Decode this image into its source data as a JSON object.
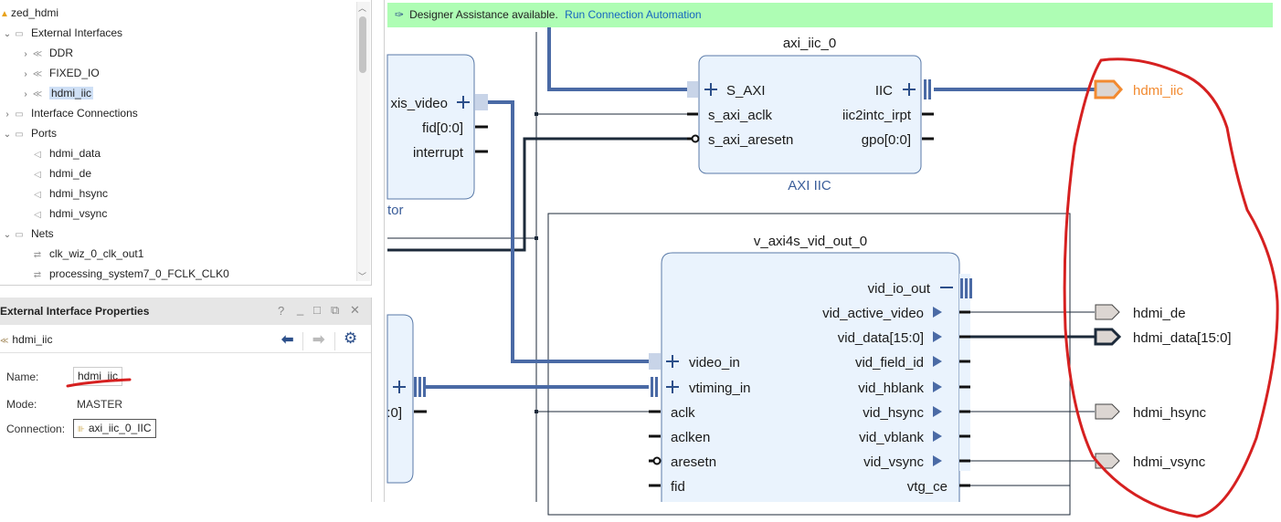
{
  "tree": {
    "root": "zed_hdmi",
    "items": [
      {
        "label": "External Interfaces",
        "level": 1,
        "expanded": true,
        "icon": "folder-icon"
      },
      {
        "label": "DDR",
        "level": 2,
        "expanded": false,
        "icon": "interface-icon"
      },
      {
        "label": "FIXED_IO",
        "level": 2,
        "expanded": false,
        "icon": "interface-icon"
      },
      {
        "label": "hdmi_iic",
        "level": 2,
        "expanded": false,
        "icon": "interface-icon",
        "selected": true
      },
      {
        "label": "Interface Connections",
        "level": 1,
        "expanded": false,
        "icon": "folder-icon"
      },
      {
        "label": "Ports",
        "level": 1,
        "expanded": true,
        "icon": "folder-icon"
      },
      {
        "label": "hdmi_data",
        "level": 2,
        "icon": "port-bus-icon"
      },
      {
        "label": "hdmi_de",
        "level": 2,
        "icon": "port-icon"
      },
      {
        "label": "hdmi_hsync",
        "level": 2,
        "icon": "port-icon"
      },
      {
        "label": "hdmi_vsync",
        "level": 2,
        "icon": "port-icon"
      },
      {
        "label": "Nets",
        "level": 1,
        "expanded": true,
        "icon": "folder-icon"
      },
      {
        "label": "clk_wiz_0_clk_out1",
        "level": 2,
        "icon": "net-icon"
      },
      {
        "label": "processing_system7_0_FCLK_CLK0",
        "level": 2,
        "icon": "net-icon"
      }
    ]
  },
  "properties": {
    "title": "External Interface Properties",
    "controls": {
      "help": "?",
      "minimize": "_",
      "maximize": "□",
      "float": "⧉",
      "close": "✕"
    },
    "object_name": "hdmi_iic",
    "fields": {
      "name_label": "Name:",
      "name_value": "hdmi_iic",
      "mode_label": "Mode:",
      "mode_value": "MASTER",
      "connection_label": "Connection:",
      "connection_value": "axi_iic_0_IIC"
    }
  },
  "assist": {
    "message": "Designer Assistance available.",
    "link": "Run Connection Automation"
  },
  "diagram": {
    "left_block_top": {
      "ports": [
        "xis_video",
        "fid[0:0]",
        "interrupt"
      ],
      "label_fragment": "tor"
    },
    "left_block_bottom": {
      "ports": [
        ":0]"
      ]
    },
    "axi_iic": {
      "instance": "axi_iic_0",
      "type": "AXI IIC",
      "left_ports": [
        "S_AXI",
        "s_axi_aclk",
        "s_axi_aresetn"
      ],
      "right_ports": [
        "IIC",
        "iic2intc_irpt",
        "gpo[0:0]"
      ]
    },
    "vid_out": {
      "instance": "v_axi4s_vid_out_0",
      "left_ports": [
        "video_in",
        "vtiming_in",
        "aclk",
        "aclken",
        "aresetn",
        "fid"
      ],
      "right_ports": [
        "vid_io_out",
        "vid_active_video",
        "vid_data[15:0]",
        "vid_field_id",
        "vid_hblank",
        "vid_hsync",
        "vid_vblank",
        "vid_vsync",
        "vtg_ce"
      ]
    },
    "external_ports": [
      "hdmi_iic",
      "hdmi_de",
      "hdmi_data[15:0]",
      "hdmi_hsync",
      "hdmi_vsync"
    ],
    "colors": {
      "bus": "#4a6aa5",
      "wire": "#1c2a3a",
      "block_fill": "#eaf3fd",
      "block_stroke": "#5a7aa8",
      "iic_port": "#f28a30",
      "annotation": "#d62020",
      "port_fill": "#dcd6d2"
    }
  }
}
